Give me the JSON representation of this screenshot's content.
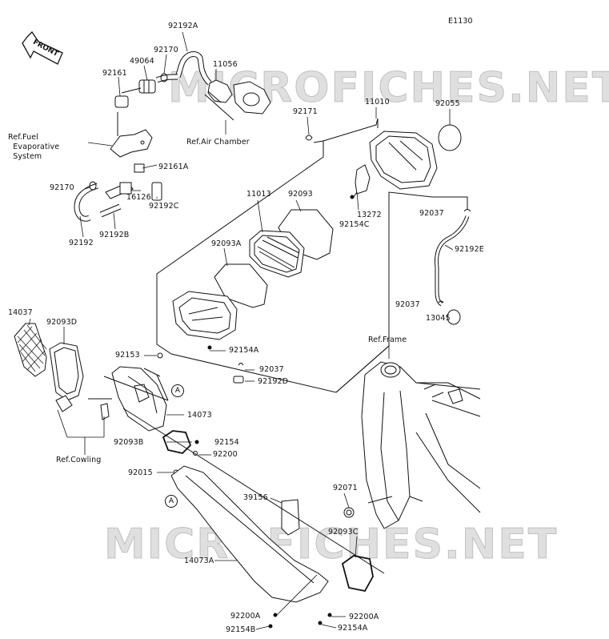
{
  "diagram_id": "E1130",
  "watermark": "MICROFICHES.NET",
  "front_label": "FRONT",
  "callout_a": "A",
  "labels": {
    "p92192A": "92192A",
    "p92170_top": "92170",
    "p49064": "49064",
    "p11056": "11056",
    "p92161": "92161",
    "ref_fuel": "Ref.Fuel\n  Evaporative\n  System",
    "ref_air_chamber": "Ref.Air Chamber",
    "p92171": "92171",
    "p11010": "11010",
    "p92055": "92055",
    "p92161A": "92161A",
    "p92170_bottom": "92170",
    "p16126": "16126",
    "p92192C": "92192C",
    "p92192B": "92192B",
    "p92192": "92192",
    "p13272": "13272",
    "p92154C": "92154C",
    "p92037_right": "92037",
    "p92093": "92093",
    "p11013": "11013",
    "p92093A": "92093A",
    "p92192E": "92192E",
    "p92037_right2": "92037",
    "p13045": "13045",
    "p14037": "14037",
    "p92093D": "92093D",
    "p92154A_mid": "92154A",
    "p92153": "92153",
    "p92037_mid": "92037",
    "p92192D": "92192D",
    "ref_frame": "Ref.Frame",
    "p14073": "14073",
    "p92093B": "92093B",
    "p92154": "92154",
    "p92200": "92200",
    "ref_cowling": "Ref.Cowling",
    "p92015": "92015",
    "p92071": "92071",
    "p39156": "39156",
    "p92093C": "92093C",
    "p14073A": "14073A",
    "p92200A_left": "92200A",
    "p92154B": "92154B",
    "p92200A_right": "92200A",
    "p92154A_bottom": "92154A"
  }
}
